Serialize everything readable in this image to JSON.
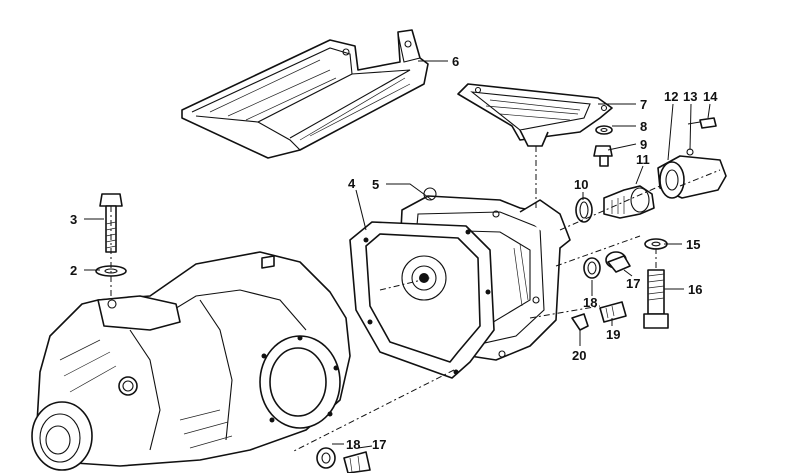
{
  "callouts": {
    "c1": "2",
    "c2": "3",
    "c3": "4",
    "c4": "5",
    "c5": "6",
    "c6": "7",
    "c7": "8",
    "c8": "9",
    "c9": "10",
    "c10": "11",
    "c11": "12",
    "c12": "13",
    "c13": "14",
    "c14": "15",
    "c15": "16",
    "c16": "17",
    "c17": "17",
    "c18": "18",
    "c19": "18",
    "c20": "19",
    "c21": "20"
  },
  "colors": {
    "line": "#111111",
    "background": "#ffffff"
  },
  "parts": [
    "mounting-bracket",
    "cover-seal",
    "axle-cover",
    "gasket",
    "differential-housing",
    "bolt",
    "washer",
    "lock-washer",
    "screw",
    "flange",
    "shaft-seal",
    "plug",
    "cylinder-screw"
  ]
}
